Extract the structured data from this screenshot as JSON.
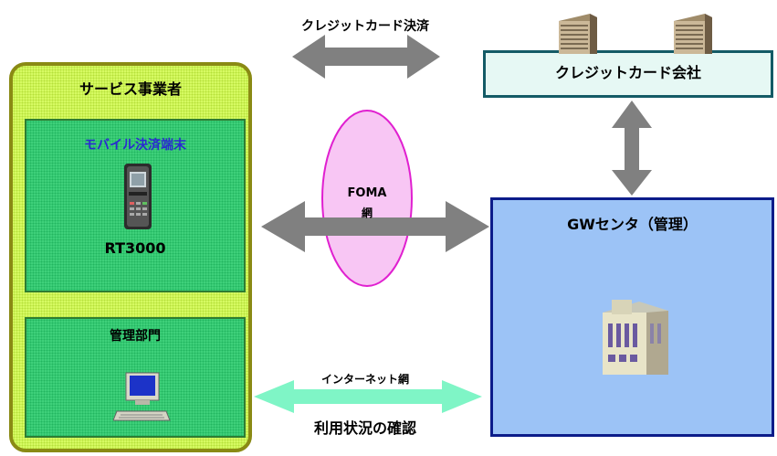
{
  "labels": {
    "credit_card_settlement": "クレジットカード決済",
    "credit_card_company": "クレジットカード会社",
    "service_operator": "サービス事業者",
    "mobile_payment_terminal": "モバイル決済端末",
    "terminal_model": "RT3000",
    "management_dept": "管理部門",
    "foma_line1": "FOMA",
    "foma_line2": "網",
    "gw_center": "GWセンタ（管理）",
    "internet": "インターネット網",
    "usage_check": "利用状況の確認"
  },
  "colors": {
    "service_panel": "#d6fa62",
    "inner_panels": "#3ed07a",
    "gw_center": "#9cc3f6",
    "credit_company": "#e6f8f4",
    "foma_ellipse": "#f8c6f4",
    "arrow_gray": "#808080",
    "arrow_internet": "#7ff5c6",
    "mobile_label": "#2a2ad0"
  }
}
